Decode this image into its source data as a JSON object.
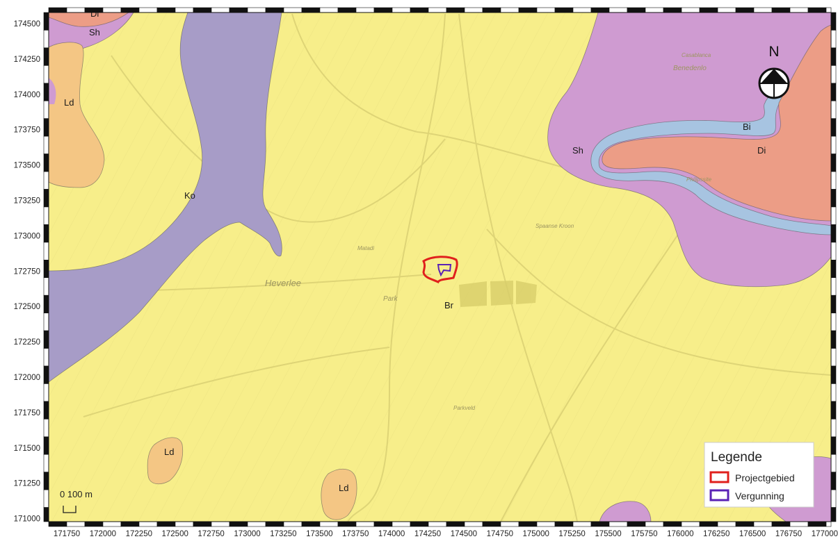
{
  "map": {
    "y_axis_labels": [
      "174500",
      "174250",
      "174000",
      "173750",
      "173500",
      "173250",
      "173000",
      "172750",
      "172500",
      "172250",
      "172000",
      "171750",
      "171500",
      "171250",
      "171000"
    ],
    "x_axis_labels": [
      "171750",
      "172000",
      "172250",
      "172500",
      "172750",
      "173000",
      "173250",
      "173500",
      "173750",
      "174000",
      "174250",
      "174500",
      "174750",
      "175000",
      "175250",
      "175500",
      "175750",
      "176000",
      "176250",
      "176500",
      "176750",
      "177000"
    ],
    "zone_labels": {
      "sh_top_left": "Sh",
      "di_top_left": "Di",
      "ld_top_left": "Ld",
      "ko": "Ko",
      "br": "Br",
      "sh_right": "Sh",
      "bi": "Bi",
      "di_right": "Di",
      "ld_bottom_left": "Ld",
      "ld_bottom_center": "Ld"
    },
    "place_names": {
      "heverlee": "Heverlee",
      "park": "Park",
      "benedenlo": "Benedenlo",
      "casablanca": "Casablanca",
      "spaanse_kroon": "Spaanse Kroon",
      "parkveld": "Parkveld",
      "philipssite": "Philipssite",
      "matadi": "Matadi"
    },
    "north_label": "N",
    "scale_bar_label": "0 100 m",
    "colors": {
      "zone_br": "#f7ee8a",
      "zone_ko": "#a79cc7",
      "zone_sh": "#cf9bd1",
      "zone_di": "#ec9d86",
      "zone_bi": "#a7c4e1",
      "zone_ld": "#f4c684",
      "projectgebied": "#e0201c",
      "vergunning": "#5a22b5"
    }
  },
  "legend": {
    "title": "Legende",
    "items": [
      {
        "label": "Projectgebied",
        "color": "#e0201c"
      },
      {
        "label": "Vergunning",
        "color": "#5a22b5"
      }
    ]
  }
}
